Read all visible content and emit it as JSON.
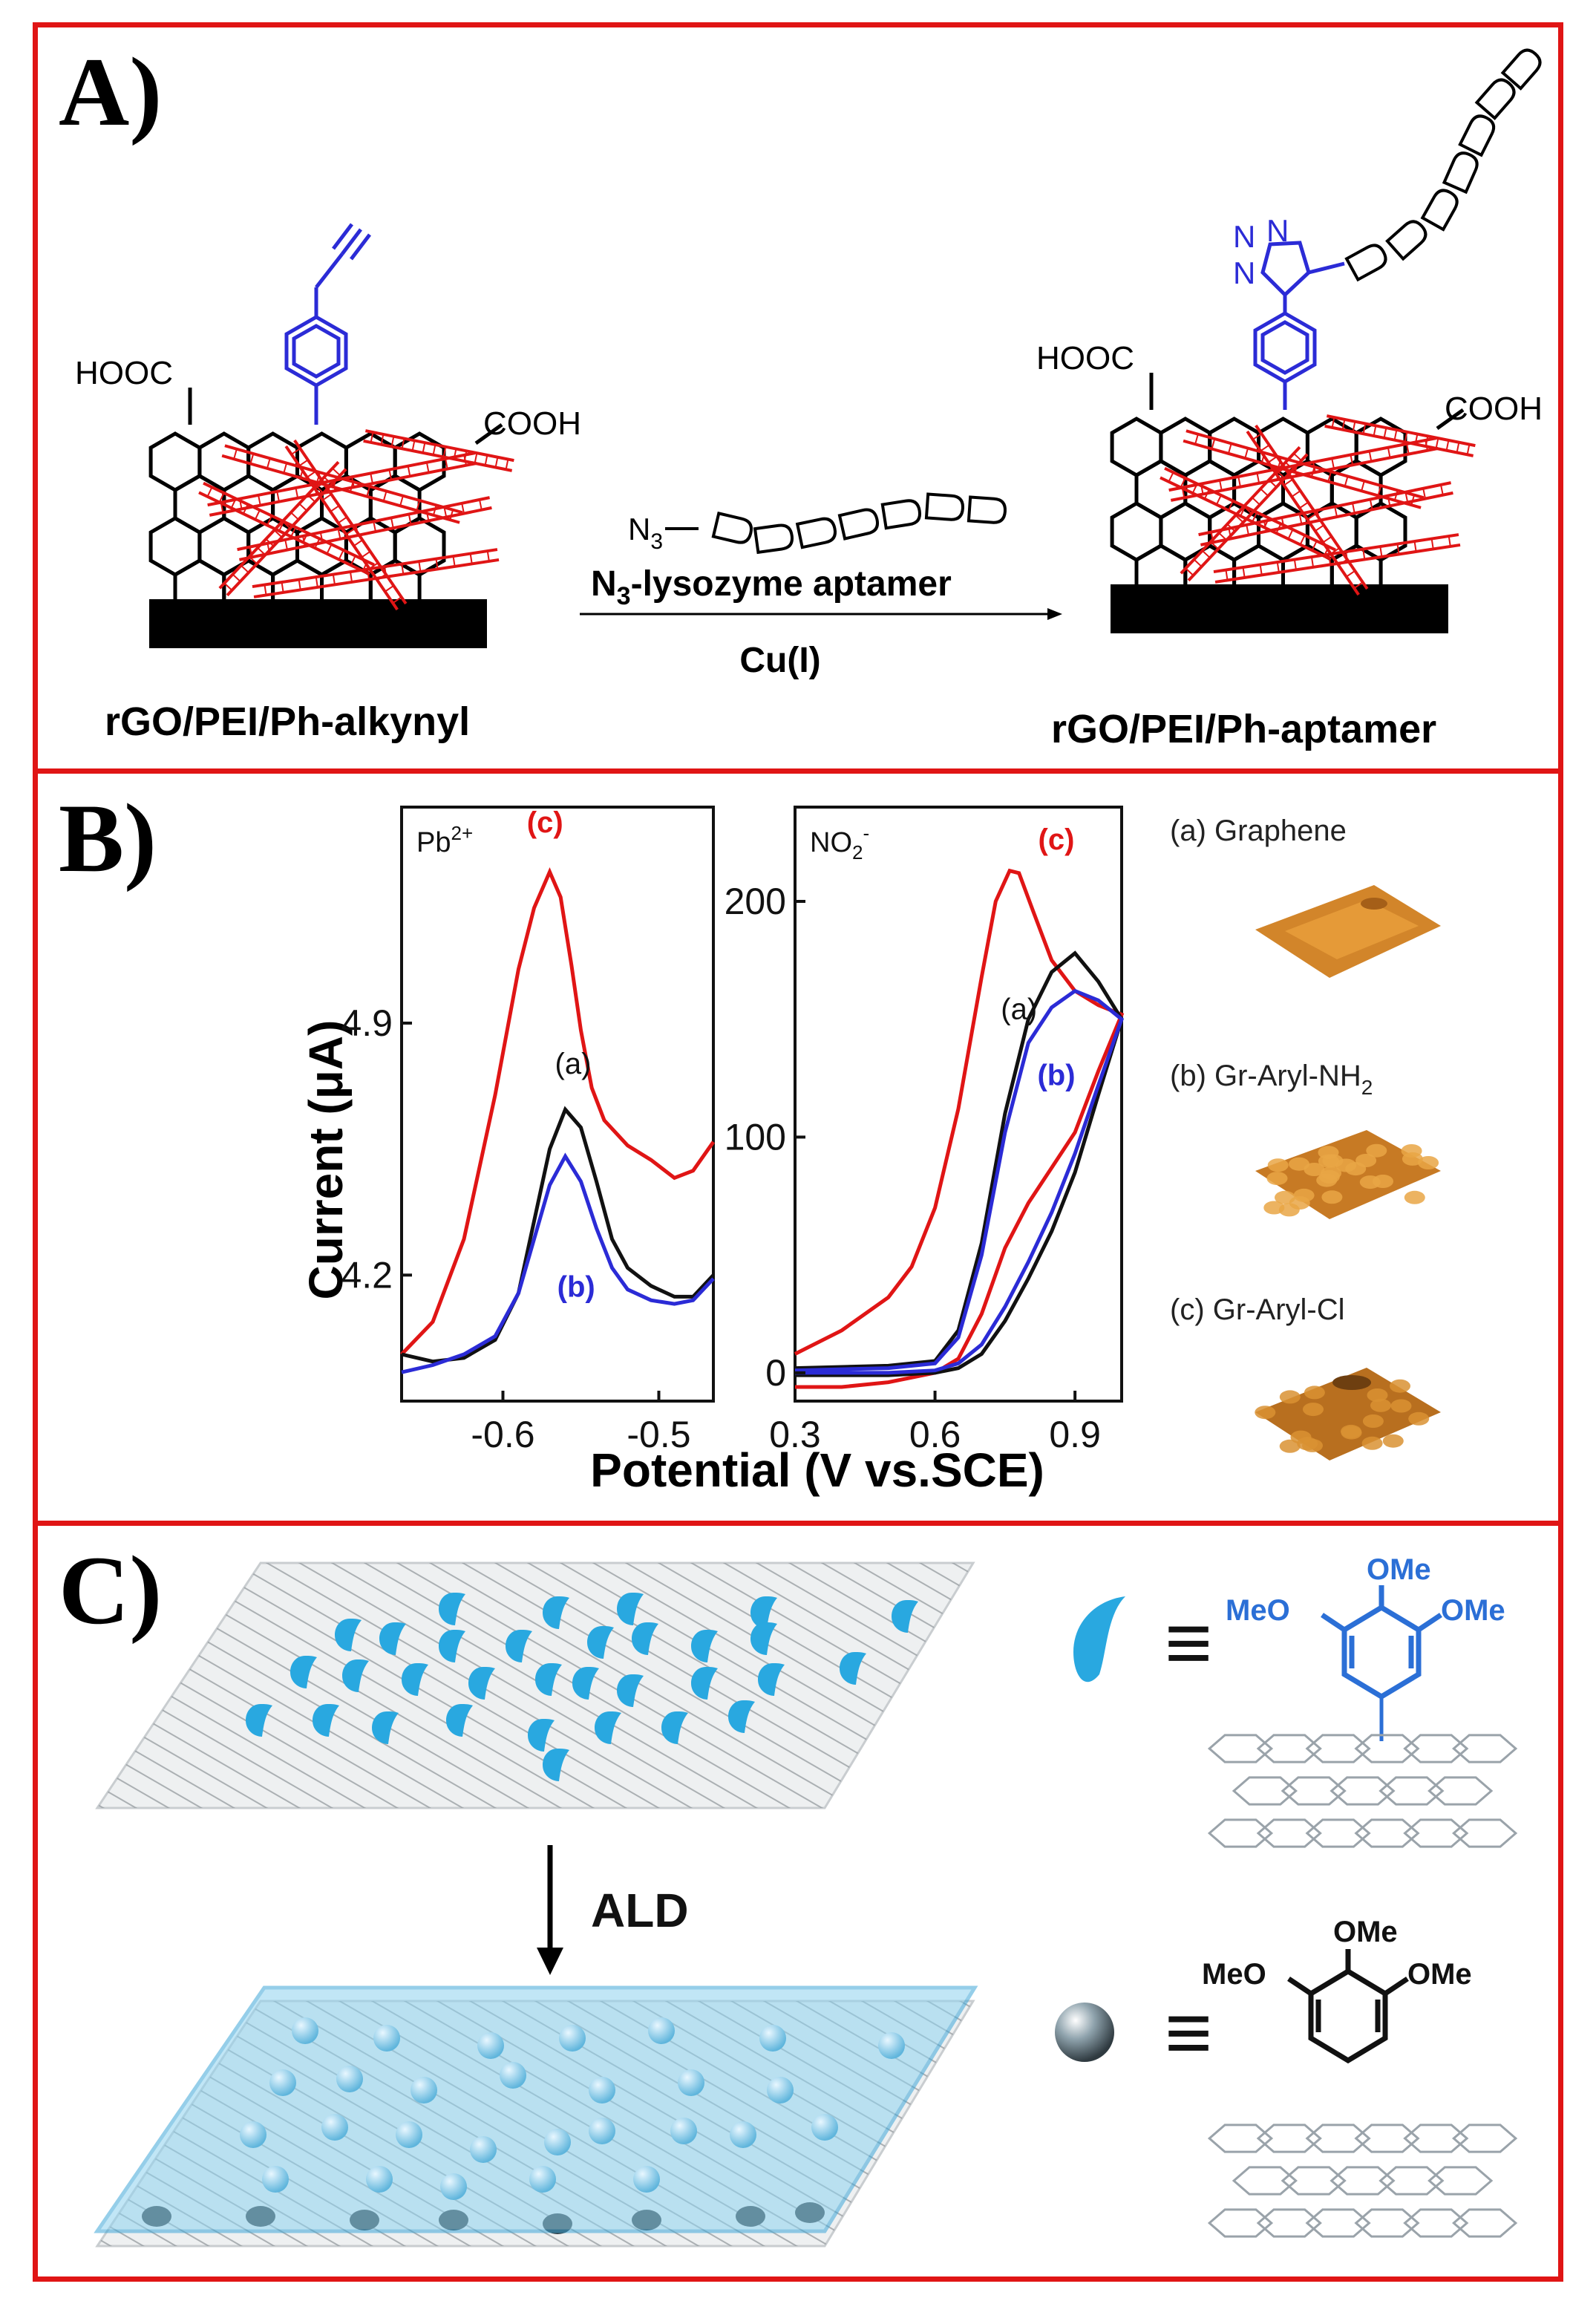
{
  "panels": {
    "a": {
      "label": "A)",
      "left_hooc": "HOOC",
      "left_cooh": "COOH",
      "right_hooc": "HOOC",
      "right_cooh": "COOH",
      "reagent_prefix": "N",
      "reagent_sub": "3",
      "reagent_name_pre": "N",
      "reagent_name_sub": "3",
      "reagent_name_post": "-lysozyme aptamer",
      "catalyst": "Cu(I)",
      "left_caption": "rGO/PEI/Ph-alkynyl",
      "right_caption": "rGO/PEI/Ph-aptamer",
      "triazole_n1": "N",
      "triazole_n2": "N",
      "triazole_n3": "N",
      "colors": {
        "red": "#e01515",
        "blue": "#2b2bd6",
        "black": "#000000"
      }
    },
    "b": {
      "label": "B)",
      "ylabel": "Current (μA)",
      "xlabel": "Potential (V vs.SCE)",
      "legend": {
        "a": "(a) Graphene",
        "b_pre": "(b) Gr-Aryl-NH",
        "b_sub": "2",
        "c": "(c) Gr-Aryl-Cl"
      }
    },
    "c": {
      "label": "C)",
      "step": "ALD",
      "top_groups": [
        "OMe",
        "MeO",
        "OMe"
      ],
      "bottom_groups": [
        "OMe",
        "MeO",
        "OMe"
      ],
      "equiv": "≡",
      "colors": {
        "drop": "#29a8e0",
        "blue": "#2b6fd6",
        "film": "#8fd3f0"
      }
    }
  },
  "chart_data": [
    {
      "type": "line",
      "title": "Pb2+",
      "title_pre": "Pb",
      "title_sup": "2+",
      "xlim": [
        -0.665,
        -0.465
      ],
      "ylim": [
        3.85,
        5.5
      ],
      "xticks": [
        -0.6,
        -0.5
      ],
      "xtick_labels": [
        "-0.6",
        "-0.5"
      ],
      "yticks": [
        4.2,
        4.9
      ],
      "ytick_labels": [
        "4.2",
        "4.9"
      ],
      "series": [
        {
          "name": "(c)",
          "color": "#e01515",
          "x": [
            -0.665,
            -0.645,
            -0.625,
            -0.605,
            -0.59,
            -0.58,
            -0.57,
            -0.563,
            -0.556,
            -0.55,
            -0.543,
            -0.535,
            -0.52,
            -0.505,
            -0.49,
            -0.478,
            -0.465
          ],
          "y": [
            3.98,
            4.07,
            4.3,
            4.7,
            5.05,
            5.22,
            5.32,
            5.25,
            5.06,
            4.88,
            4.72,
            4.63,
            4.56,
            4.52,
            4.47,
            4.49,
            4.57
          ]
        },
        {
          "name": "(a)",
          "color": "#111111",
          "x": [
            -0.665,
            -0.645,
            -0.625,
            -0.605,
            -0.59,
            -0.58,
            -0.57,
            -0.56,
            -0.55,
            -0.54,
            -0.53,
            -0.52,
            -0.505,
            -0.49,
            -0.478,
            -0.465
          ],
          "y": [
            3.98,
            3.96,
            3.97,
            4.02,
            4.15,
            4.35,
            4.55,
            4.66,
            4.61,
            4.46,
            4.3,
            4.22,
            4.17,
            4.14,
            4.14,
            4.2
          ]
        },
        {
          "name": "(b)",
          "color": "#2b2bd6",
          "x": [
            -0.665,
            -0.645,
            -0.625,
            -0.605,
            -0.59,
            -0.58,
            -0.57,
            -0.56,
            -0.55,
            -0.54,
            -0.53,
            -0.52,
            -0.505,
            -0.49,
            -0.478,
            -0.465
          ],
          "y": [
            3.93,
            3.95,
            3.98,
            4.03,
            4.15,
            4.3,
            4.45,
            4.53,
            4.46,
            4.33,
            4.22,
            4.16,
            4.13,
            4.12,
            4.13,
            4.19
          ]
        }
      ],
      "labels": [
        {
          "text": "(c)",
          "x": -0.573,
          "y": 5.43,
          "color": "#e01515"
        },
        {
          "text": "(a)",
          "x": -0.555,
          "y": 4.76,
          "color": "#111111"
        },
        {
          "text": "(b)",
          "x": -0.553,
          "y": 4.14,
          "color": "#2b2bd6"
        }
      ]
    },
    {
      "type": "line",
      "title": "NO2-",
      "title_pre": "NO",
      "title_sub": "2",
      "title_sup": "-",
      "xlim": [
        0.3,
        1.0
      ],
      "ylim": [
        -12,
        240
      ],
      "xticks": [
        0.3,
        0.6,
        0.9
      ],
      "xtick_labels": [
        "0.3",
        "0.6",
        "0.9"
      ],
      "yticks": [
        0,
        100,
        200
      ],
      "ytick_labels": [
        "0",
        "100",
        "200"
      ],
      "series": [
        {
          "name": "(c)",
          "color": "#e01515",
          "x": [
            0.3,
            0.4,
            0.5,
            0.55,
            0.6,
            0.65,
            0.7,
            0.73,
            0.76,
            0.78,
            0.81,
            0.85,
            0.9,
            0.95,
            1.0,
            0.95,
            0.9,
            0.85,
            0.8,
            0.75,
            0.7,
            0.65,
            0.6,
            0.5,
            0.4,
            0.3
          ],
          "y": [
            8,
            18,
            32,
            45,
            70,
            112,
            168,
            200,
            213,
            212,
            196,
            175,
            162,
            156,
            152,
            128,
            102,
            87,
            72,
            53,
            25,
            6,
            0,
            -4,
            -6,
            -6
          ]
        },
        {
          "name": "(a)",
          "color": "#111111",
          "x": [
            0.3,
            0.5,
            0.6,
            0.65,
            0.7,
            0.75,
            0.8,
            0.85,
            0.9,
            0.95,
            1.0,
            0.95,
            0.9,
            0.85,
            0.8,
            0.75,
            0.7,
            0.65,
            0.6,
            0.5,
            0.3
          ],
          "y": [
            2,
            3,
            5,
            18,
            55,
            110,
            150,
            170,
            178,
            166,
            150,
            118,
            85,
            60,
            40,
            22,
            8,
            2,
            0,
            -1,
            -1
          ]
        },
        {
          "name": "(b)",
          "color": "#2b2bd6",
          "x": [
            0.3,
            0.5,
            0.6,
            0.65,
            0.7,
            0.75,
            0.8,
            0.85,
            0.9,
            0.95,
            1.0,
            0.95,
            0.9,
            0.85,
            0.8,
            0.75,
            0.7,
            0.65,
            0.6,
            0.5,
            0.3
          ],
          "y": [
            1,
            2,
            4,
            15,
            50,
            102,
            140,
            155,
            162,
            158,
            150,
            122,
            93,
            68,
            47,
            28,
            12,
            4,
            1,
            0,
            0
          ]
        }
      ],
      "labels": [
        {
          "text": "(c)",
          "x": 0.86,
          "y": 222,
          "color": "#e01515"
        },
        {
          "text": "(a)",
          "x": 0.78,
          "y": 150,
          "color": "#111111"
        },
        {
          "text": "(b)",
          "x": 0.86,
          "y": 122,
          "color": "#2b2bd6"
        }
      ]
    }
  ]
}
